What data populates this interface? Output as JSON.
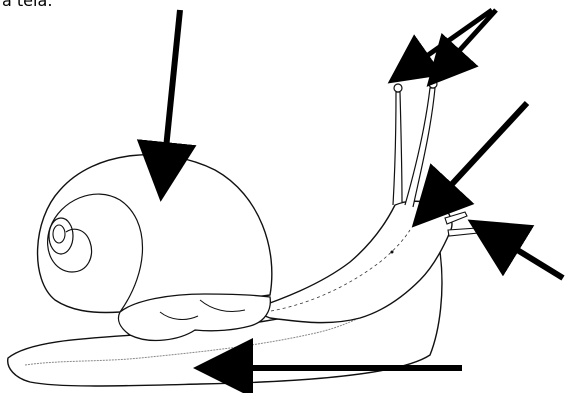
{
  "top_fragment": "a tela:",
  "colors": {
    "ink": "#111111",
    "arrow": "#000000",
    "background": "#ffffff",
    "foot_wave": "#888888"
  },
  "arrows": [
    {
      "name": "arrow-to-shell",
      "target": "shell"
    },
    {
      "name": "arrow-to-eye-left",
      "target": "eye-tentacle-tip-left"
    },
    {
      "name": "arrow-to-eye-right",
      "target": "eye-tentacle-tip-right"
    },
    {
      "name": "arrow-to-head",
      "target": "head"
    },
    {
      "name": "arrow-to-lower-tentacle",
      "target": "lower-tentacle"
    },
    {
      "name": "arrow-to-foot",
      "target": "foot"
    }
  ]
}
